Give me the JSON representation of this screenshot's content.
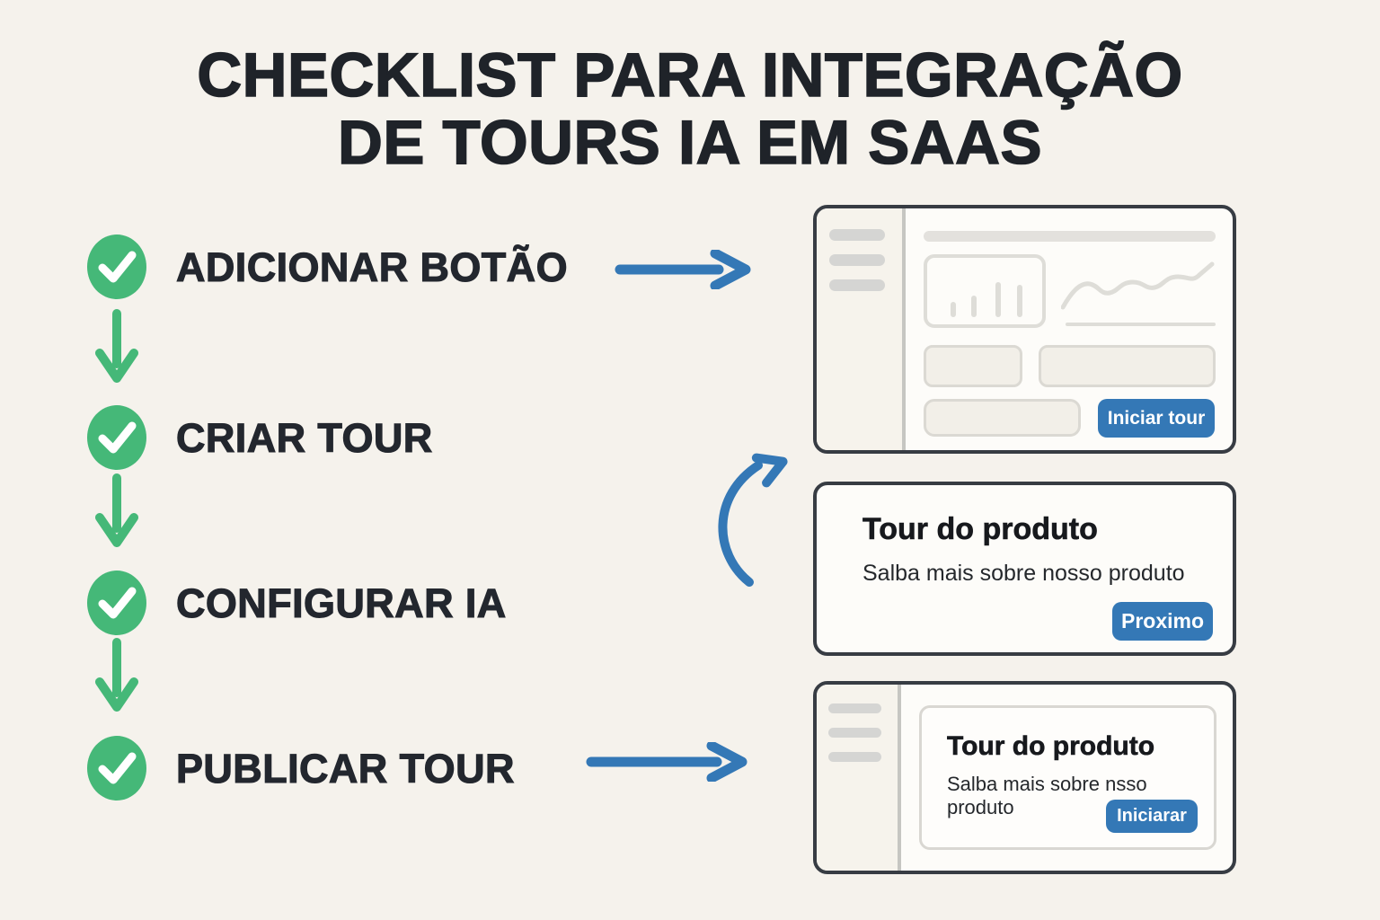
{
  "title": {
    "line1": "CHECKLIST PARA INTEGRAÇÃO",
    "line2": "DE TOURS IA EM SAAS"
  },
  "checklist": {
    "items": [
      {
        "label": "ADICIONAR BOTÃO",
        "checked": true
      },
      {
        "label": "CRIAR TOUR",
        "checked": true
      },
      {
        "label": "CONFIGURAR IA",
        "checked": true
      },
      {
        "label": "PUBLICAR TOUR",
        "checked": true
      }
    ]
  },
  "mockups": {
    "dashboard": {
      "button_label": "Iniciar tour"
    },
    "tour_popup": {
      "title": "Tour do produto",
      "subtitle": "Salba mais sobre nosso produto",
      "button_label": "Proximo"
    },
    "published_tour": {
      "title": "Tour do produto",
      "subtitle": "Salba mais sobre nsso produto",
      "button_label": "Iniciarar"
    }
  },
  "icons": {
    "check": "✓",
    "arrow-down": "↓",
    "arrow-right": "→",
    "curved-arrow": "⤴",
    "menu-lines": "≡"
  },
  "colors": {
    "background": "#f5f2ec",
    "text_dark": "#23272e",
    "green": "#45b878",
    "blue": "#3478b6",
    "card_border": "#373c43",
    "placeholder_gray": "#deddd8"
  }
}
